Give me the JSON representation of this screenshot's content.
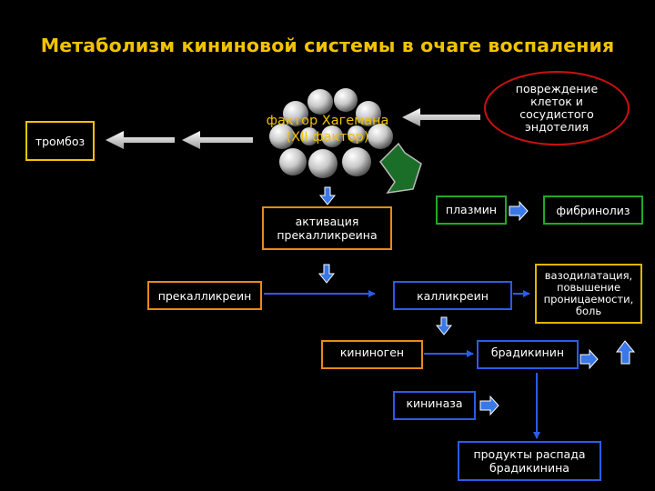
{
  "title": "Метаболизм кининовой системы в очаге воспаления",
  "nodes": {
    "damage": "повреждение\nклеток и\nсосудистого\nэндотелия",
    "hageman": "фактор Хагемана\n(XII фактор)",
    "thrombosis": "тромбоз",
    "plasmin": "плазмин",
    "fibrinolysis": "фибринолиз",
    "prekallikrein_activation": "активация\nпрекалликреина",
    "prekallikrein": "прекалликреин",
    "kallikrein": "калликреин",
    "effects": "вазодилатация,\nповышение\nпроницаемости,\nболь",
    "kininogen": "кининоген",
    "bradykinin": "брадикинин",
    "kininase": "кининаза",
    "breakdown_products": "продукты распада\nбрадикинина"
  },
  "colors": {
    "title": "#f2c200",
    "yellow_border": "#f2c200",
    "orange_border": "#e8891a",
    "green_border": "#1faa2a",
    "blue_border": "#2a5ce8",
    "red_border": "#cc1010",
    "block_arrow": "#3a78e8",
    "green_arrow": "#1a6e28"
  },
  "icons": [
    "white-left-arrow-icon",
    "block-arrow-down-icon",
    "block-arrow-right-icon",
    "block-arrow-up-icon",
    "molecule-cluster-icon"
  ]
}
